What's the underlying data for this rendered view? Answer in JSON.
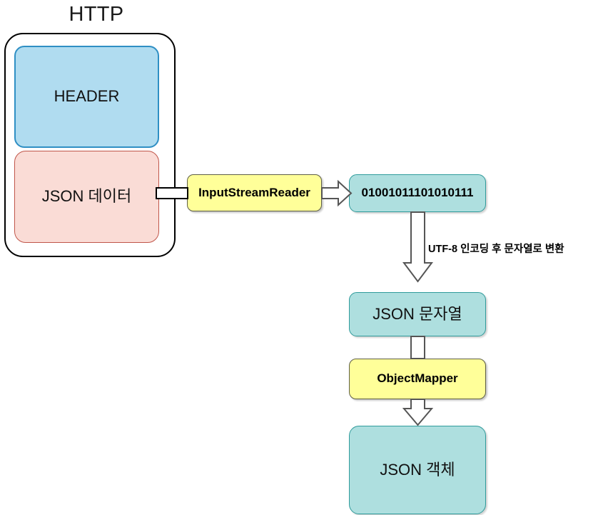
{
  "diagram": {
    "title": "HTTP",
    "nodes": {
      "http_container": {
        "label": "HTTP",
        "fill": "#ffffff",
        "stroke": "#000000"
      },
      "header": {
        "label": "HEADER",
        "fill": "#b0dcf0",
        "stroke": "#2f8fc4"
      },
      "json_data": {
        "label": "JSON 데이터",
        "fill": "#fadcd6",
        "stroke": "#c0564a"
      },
      "input_stream_reader": {
        "label": "InputStreamReader",
        "fill": "#ffff99",
        "stroke": "#5f5f45"
      },
      "binary": {
        "label": "01001011101010111",
        "fill": "#aedfdf",
        "stroke": "#2f9b9b"
      },
      "json_string": {
        "label": "JSON 문자열",
        "fill": "#aedfdf",
        "stroke": "#2f9b9b"
      },
      "object_mapper": {
        "label": "ObjectMapper",
        "fill": "#ffff99",
        "stroke": "#5f5f45"
      },
      "json_object": {
        "label": "JSON 객체",
        "fill": "#aedfdf",
        "stroke": "#2f9b9b"
      }
    },
    "edges": [
      {
        "id": "json-data-to-isr",
        "label": "",
        "type": "hollow-line"
      },
      {
        "id": "isr-to-binary",
        "label": "",
        "type": "hollow-arrow-right"
      },
      {
        "id": "binary-to-json-string",
        "label": "UTF-8 인코딩 후 문자열로 변환",
        "type": "hollow-arrow-down"
      },
      {
        "id": "json-string-to-object-mapper",
        "label": "",
        "type": "hollow-line-down"
      },
      {
        "id": "object-mapper-to-json-object",
        "label": "",
        "type": "hollow-arrow-down"
      }
    ],
    "edge_labels": {
      "utf8": "UTF-8 인코딩 후 문자열로 변환"
    }
  }
}
